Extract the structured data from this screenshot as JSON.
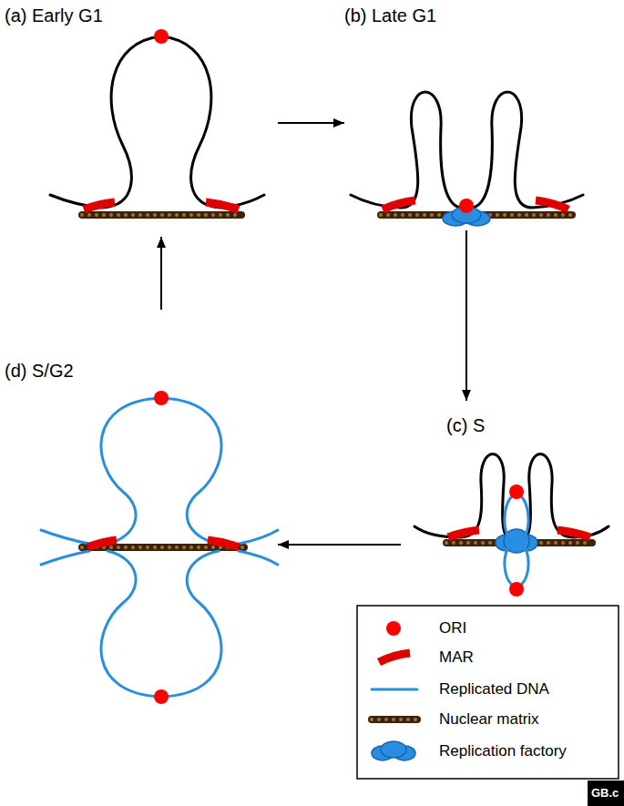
{
  "diagram": {
    "nodes": [
      {
        "text": [
          "(a) Early G1"
        ]
      },
      {
        "text": [
          "(b) Late G1"
        ]
      },
      {
        "text": [
          "(c) S"
        ]
      },
      {
        "text": [
          "(d) S/G2"
        ]
      }
    ],
    "edges": [
      {
        "from": 0,
        "to": 1,
        "arrow": "to"
      },
      {
        "from": 1,
        "to": 2,
        "arrow": "to"
      },
      {
        "from": 2,
        "to": 3,
        "arrow": "to"
      },
      {
        "from": 3,
        "to": 0,
        "arrow": "to"
      }
    ],
    "labels": [
      "GB.c"
    ],
    "legend": [
      {
        "text": "ORI"
      },
      {
        "text": "MAR"
      },
      {
        "text": "Replicated DNA"
      },
      {
        "text": "Nuclear matrix"
      },
      {
        "text": "Replication factory"
      }
    ]
  }
}
